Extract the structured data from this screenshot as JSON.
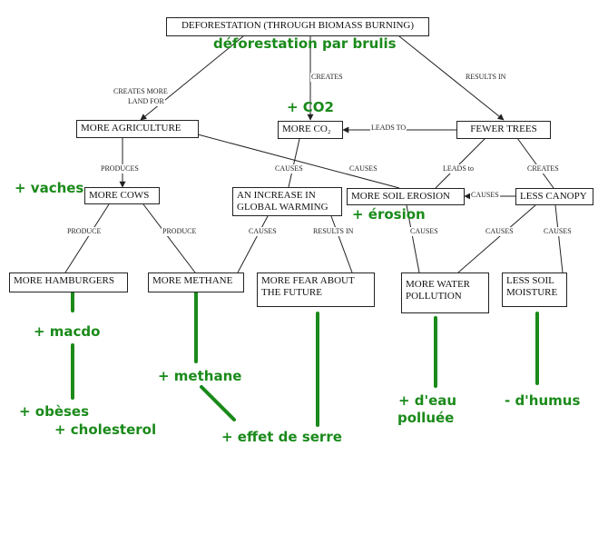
{
  "nodes": {
    "root": "DEFORESTATION (THROUGH BIOMASS BURNING)",
    "agriculture": "MORE AGRICULTURE",
    "co2": "MORE CO₂",
    "fewer_trees": "FEWER  TREES",
    "cows": "MORE  COWS",
    "warming_1": "AN INCREASE  IN",
    "warming_2": "GLOBAL WARMING",
    "erosion": "MORE SOIL EROSION",
    "canopy": "LESS CANOPY",
    "hamburgers": "MORE HAMBURGERS",
    "methane": "MORE METHANE",
    "fear_1": "MORE  FEAR ABOUT",
    "fear_2": "THE  FUTURE",
    "water_1": "MORE WATER",
    "water_2": "POLLUTION",
    "moisture_1": "LESS  SOIL",
    "moisture_2": "MOISTURE"
  },
  "edge_labels": {
    "creates_more_1": "CREATES MORE",
    "creates_more_2": "LAND FOR",
    "creates_co2": "CREATES",
    "results_in_trees": "RESULTS IN",
    "leads_to_co2": "LEADS TO",
    "produces_cows": "PRODUCES",
    "causes_warming": "CAUSES",
    "causes_erosion": "CAUSES",
    "leads_to_erosion": "LEADS to",
    "creates_canopy": "CREATES",
    "causes_canopy_erosion": "CAUSES",
    "produce_hamburgers": "PRODUCE",
    "produce_methane": "PRODUCE",
    "causes_methane": "CAUSES",
    "results_in_fear": "RESULTS IN",
    "causes_water": "CAUSES",
    "causes_water_2": "CAUSES",
    "causes_moisture": "CAUSES"
  },
  "annotations": {
    "brulis": "déforestation par brulis",
    "co2": "+ CO2",
    "vaches": "+ vaches",
    "erosion": "+ érosion",
    "macdo": "+ macdo",
    "methane": "+ methane",
    "obeses": "+ obèses",
    "cholesterol": "+ cholesterol",
    "serre": "+ effet de serre",
    "eau_1": "+ d'eau",
    "eau_2": "polluée",
    "humus": "- d'humus"
  },
  "colors": {
    "annotation": "#1a8a1a",
    "line": "#222222"
  }
}
